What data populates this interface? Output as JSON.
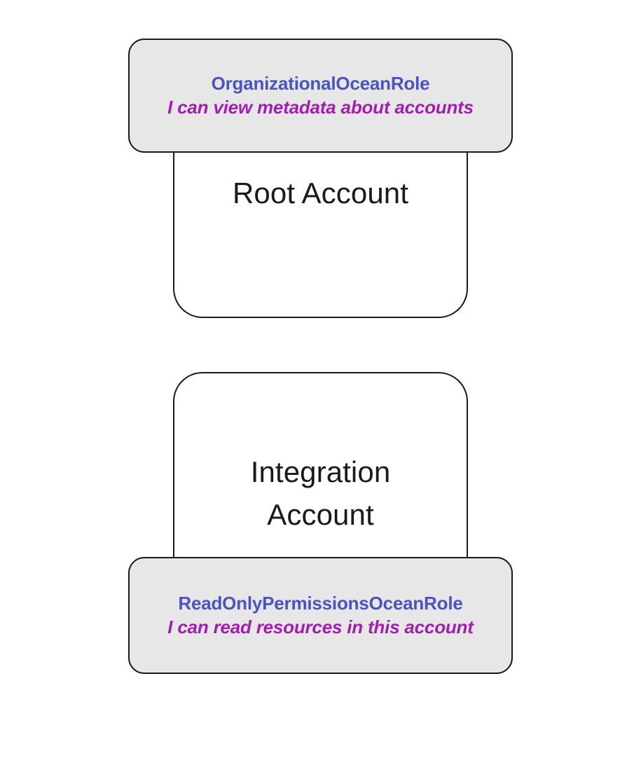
{
  "diagram": {
    "background_color": "#ffffff",
    "role_box_fill": "#e7e7e7",
    "role_box_border": "#1b1b1b",
    "role_title_color": "#4a53bf",
    "role_subtitle_color": "#a31eb0",
    "account_label_color": "#1a1a1a",
    "account_box_fill": "#ffffff",
    "groups": [
      {
        "id": "root-account-group",
        "account_label": "Root Account",
        "role_position": "top",
        "role": {
          "name": "OrganizationalOceanRole",
          "description": "I can view metadata about accounts"
        }
      },
      {
        "id": "integration-account-group",
        "account_label": "Integration\nAccount",
        "role_position": "bottom",
        "role": {
          "name": "ReadOnlyPermissionsOceanRole",
          "description": "I can read resources in this account"
        }
      }
    ]
  }
}
